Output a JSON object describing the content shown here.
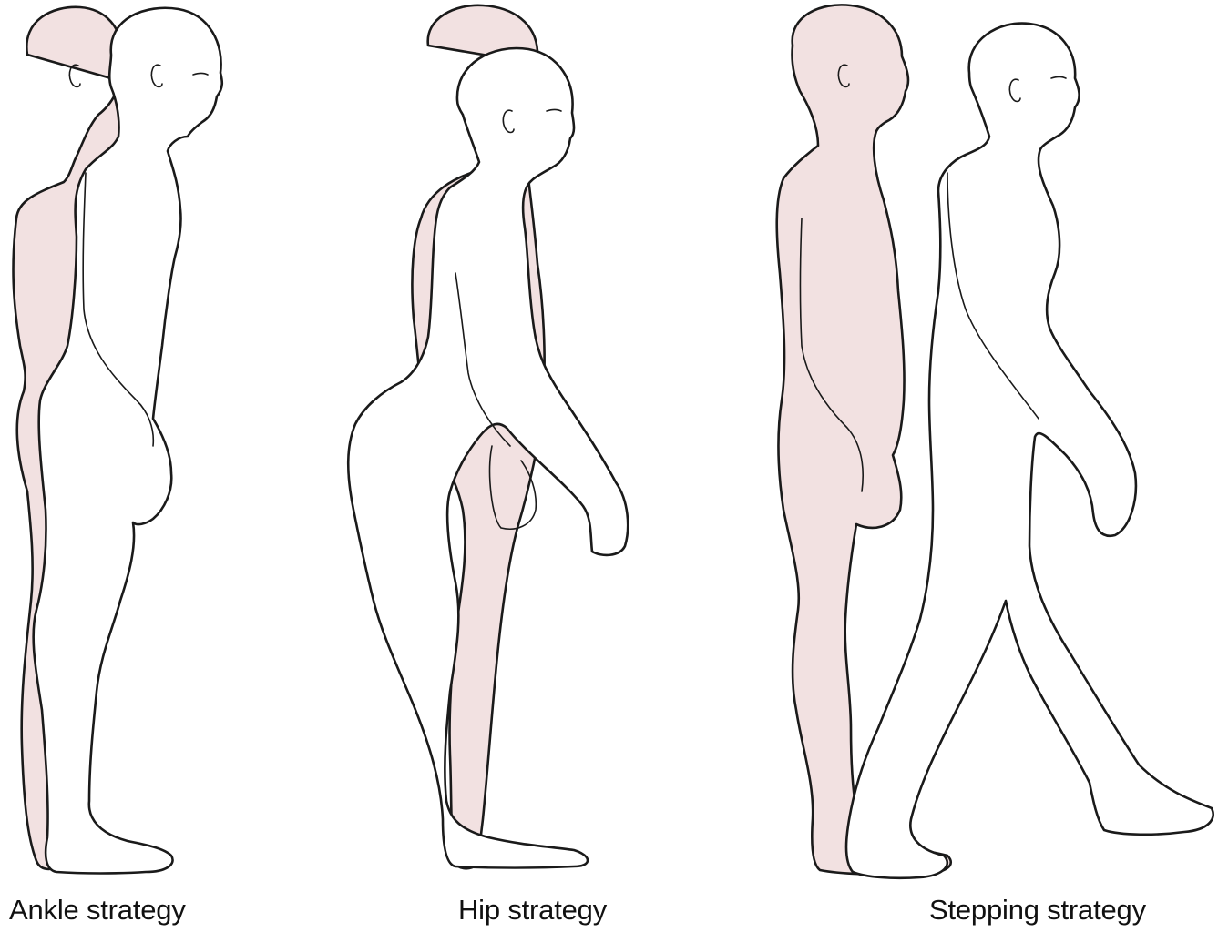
{
  "figures": [
    {
      "caption": "Ankle strategy"
    },
    {
      "caption": "Hip strategy"
    },
    {
      "caption": "Stepping strategy"
    }
  ],
  "colors": {
    "displaced_body_fill": "#f2e1e1",
    "outline": "#1a1a1a",
    "background": "#ffffff"
  }
}
